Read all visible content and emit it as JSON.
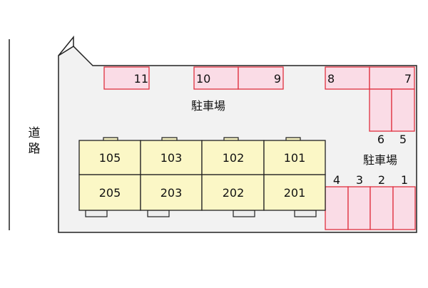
{
  "road": {
    "label_chars": [
      "道",
      "路"
    ]
  },
  "parking_labels": {
    "north": "駐車場",
    "east": "駐車場"
  },
  "parking_spaces": [
    {
      "id": "11",
      "label": "11"
    },
    {
      "id": "10",
      "label": "10"
    },
    {
      "id": "9",
      "label": "9"
    },
    {
      "id": "8",
      "label": "8"
    },
    {
      "id": "7",
      "label": "7"
    },
    {
      "id": "6",
      "label": "6"
    },
    {
      "id": "5",
      "label": "5"
    },
    {
      "id": "4",
      "label": "4"
    },
    {
      "id": "3",
      "label": "3"
    },
    {
      "id": "2",
      "label": "2"
    },
    {
      "id": "1",
      "label": "1"
    }
  ],
  "units": {
    "floor1": [
      "105",
      "103",
      "102",
      "101"
    ],
    "floor2": [
      "205",
      "203",
      "202",
      "201"
    ]
  },
  "colors": {
    "lot_fill": "#f2f2f2",
    "parking_fill": "#fadce6",
    "parking_stroke": "#e0303f",
    "unit_fill": "#fbf7c6",
    "outline": "#222222"
  }
}
